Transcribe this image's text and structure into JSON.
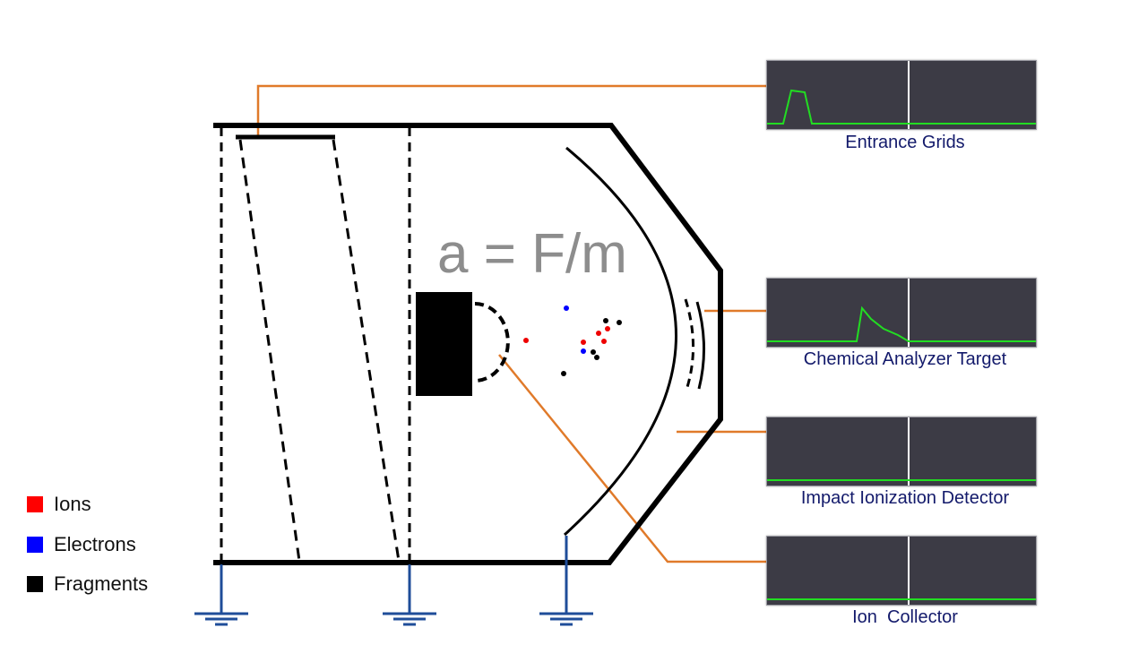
{
  "formula": "a = F/m",
  "detectors": [
    {
      "label": "Entrance Grids"
    },
    {
      "label": "Chemical Analyzer Target"
    },
    {
      "label": "Impact Ionization Detector"
    },
    {
      "label": "Ion  Collector"
    }
  ],
  "legend": [
    {
      "label": "Ions",
      "color": "#ff0000"
    },
    {
      "label": "Electrons",
      "color": "#0000ff"
    },
    {
      "label": "Fragments",
      "color": "#000000"
    }
  ],
  "colors": {
    "wire": "#e07a2a",
    "ground": "#1f4d99",
    "signal": "#22dd22",
    "panel_bg": "#3c3b45"
  }
}
